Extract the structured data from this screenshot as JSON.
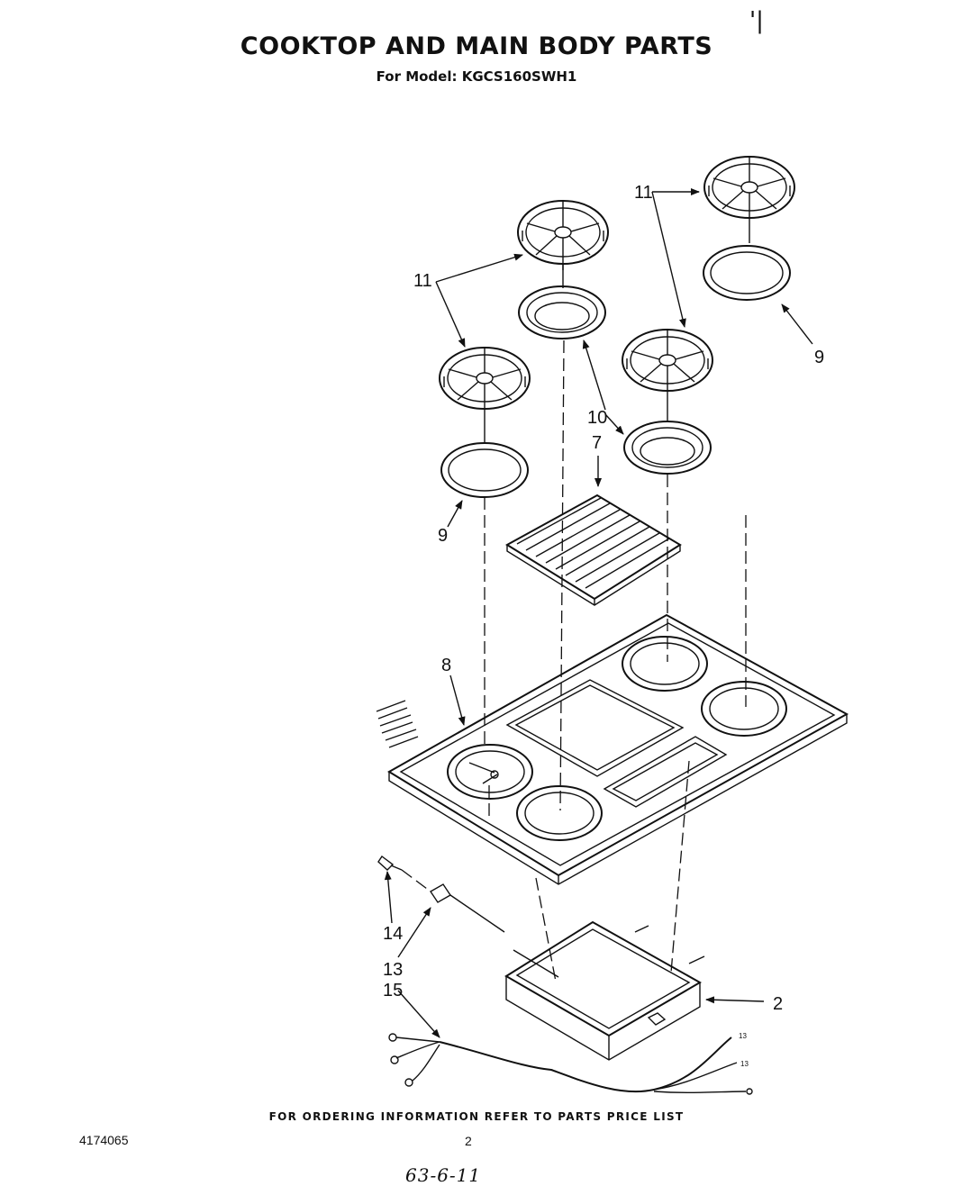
{
  "header": {
    "title": "COOKTOP AND MAIN BODY PARTS",
    "subtitle": "For Model: KGCS160SWH1",
    "corner_mark": "'|"
  },
  "callouts": [
    {
      "id": "c11a",
      "text": "11"
    },
    {
      "id": "c11b",
      "text": "11"
    },
    {
      "id": "c9a",
      "text": "9"
    },
    {
      "id": "c9b",
      "text": "9"
    },
    {
      "id": "c10",
      "text": "10"
    },
    {
      "id": "c7",
      "text": "7"
    },
    {
      "id": "c8",
      "text": "8"
    },
    {
      "id": "c14",
      "text": "14"
    },
    {
      "id": "c13",
      "text": "13"
    },
    {
      "id": "c15",
      "text": "15"
    },
    {
      "id": "c2",
      "text": "2"
    }
  ],
  "wire_tags": [
    "13",
    "13"
  ],
  "footer": {
    "ordering_note": "FOR ORDERING INFORMATION REFER TO PARTS PRICE LIST",
    "doc_number": "4174065",
    "page_number": "2",
    "handwritten": "63-6-11"
  }
}
